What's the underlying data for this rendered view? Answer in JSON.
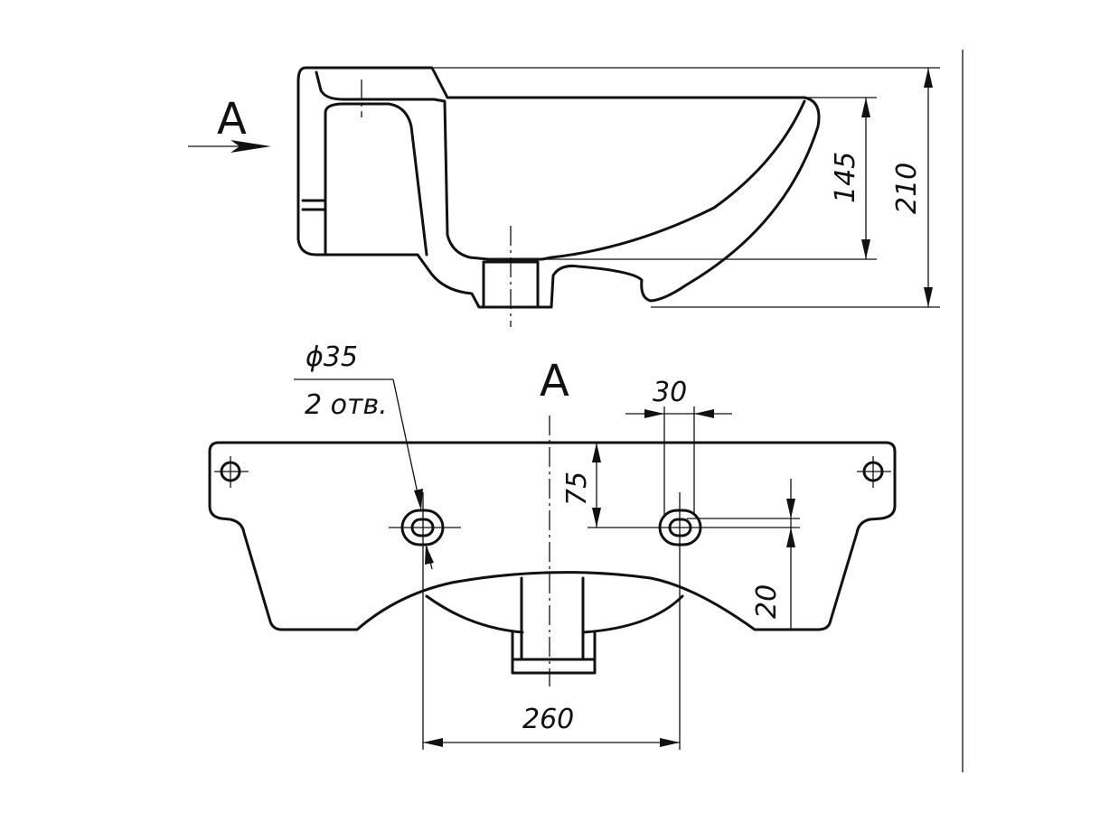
{
  "side_view": {
    "view_marker": "A",
    "dim_inner_height": "145",
    "dim_total_height": "210"
  },
  "front_view": {
    "view_title": "A",
    "hole_diameter": "ϕ35",
    "hole_count": "2 отв.",
    "dim_hole_width": "30",
    "dim_hole_depth": "75",
    "dim_hole_offset": "20",
    "dim_hole_spacing": "260"
  }
}
